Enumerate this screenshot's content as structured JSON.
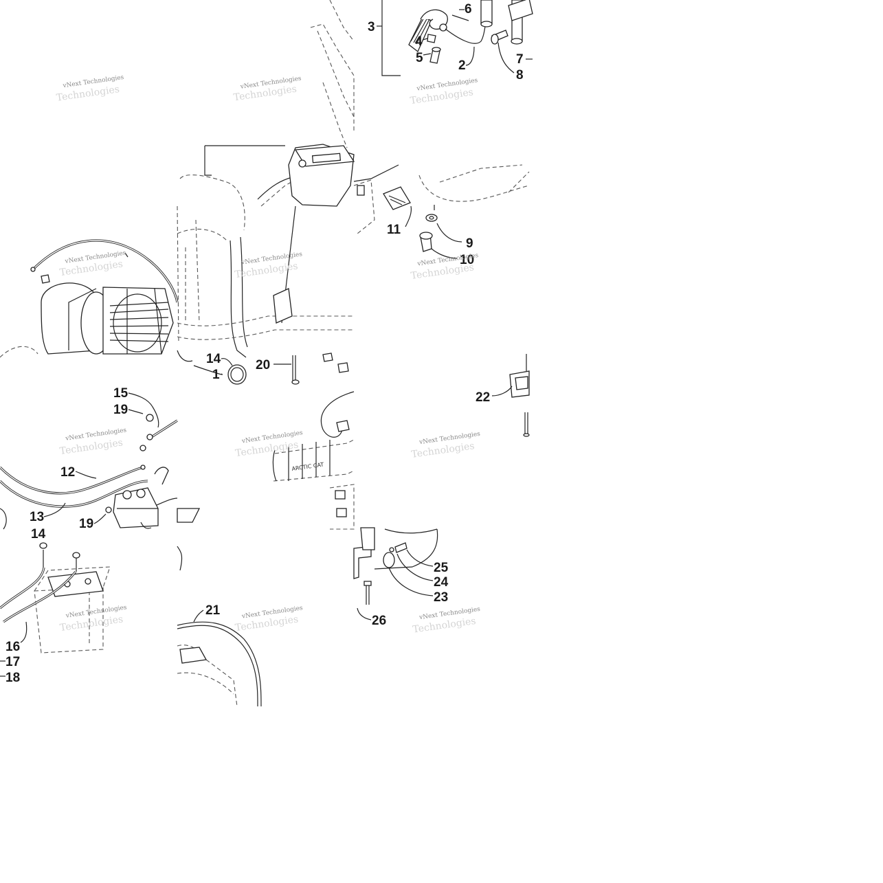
{
  "watermark": {
    "line1": "vNext Technologies",
    "line2": "Technologies"
  },
  "callouts": [
    {
      "id": "c3",
      "text": "3"
    },
    {
      "id": "c6",
      "text": "6"
    },
    {
      "id": "c4",
      "text": "4"
    },
    {
      "id": "c5",
      "text": "5"
    },
    {
      "id": "c2",
      "text": "2"
    },
    {
      "id": "c7",
      "text": "7"
    },
    {
      "id": "c8",
      "text": "8"
    },
    {
      "id": "c11",
      "text": "11"
    },
    {
      "id": "c9",
      "text": "9"
    },
    {
      "id": "c10",
      "text": "10"
    },
    {
      "id": "c14",
      "text": "14"
    },
    {
      "id": "c1",
      "text": "1"
    },
    {
      "id": "c20",
      "text": "20"
    },
    {
      "id": "c15",
      "text": "15"
    },
    {
      "id": "c19a",
      "text": "19"
    },
    {
      "id": "c12",
      "text": "12"
    },
    {
      "id": "c13",
      "text": "13"
    },
    {
      "id": "c19b",
      "text": "19"
    },
    {
      "id": "c14b",
      "text": "14"
    },
    {
      "id": "c22",
      "text": "22"
    },
    {
      "id": "c25",
      "text": "25"
    },
    {
      "id": "c24",
      "text": "24"
    },
    {
      "id": "c23",
      "text": "23"
    },
    {
      "id": "c26",
      "text": "26"
    },
    {
      "id": "c21",
      "text": "21"
    },
    {
      "id": "c16",
      "text": "16"
    },
    {
      "id": "c17",
      "text": "17"
    },
    {
      "id": "c18",
      "text": "18"
    }
  ]
}
